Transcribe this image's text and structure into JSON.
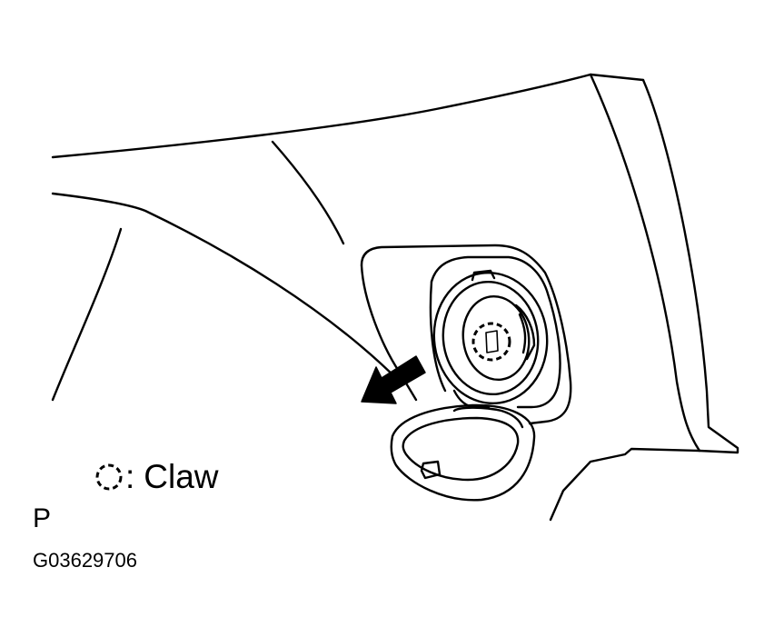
{
  "diagram": {
    "legend": {
      "symbol_icon": "dashed-circle-icon",
      "separator": ":",
      "label": "Claw"
    },
    "view_letter": "P",
    "figure_code": "G03629706",
    "arrow_icon": "direction-arrow-icon",
    "line_color": "#000000",
    "background_color": "#ffffff"
  }
}
